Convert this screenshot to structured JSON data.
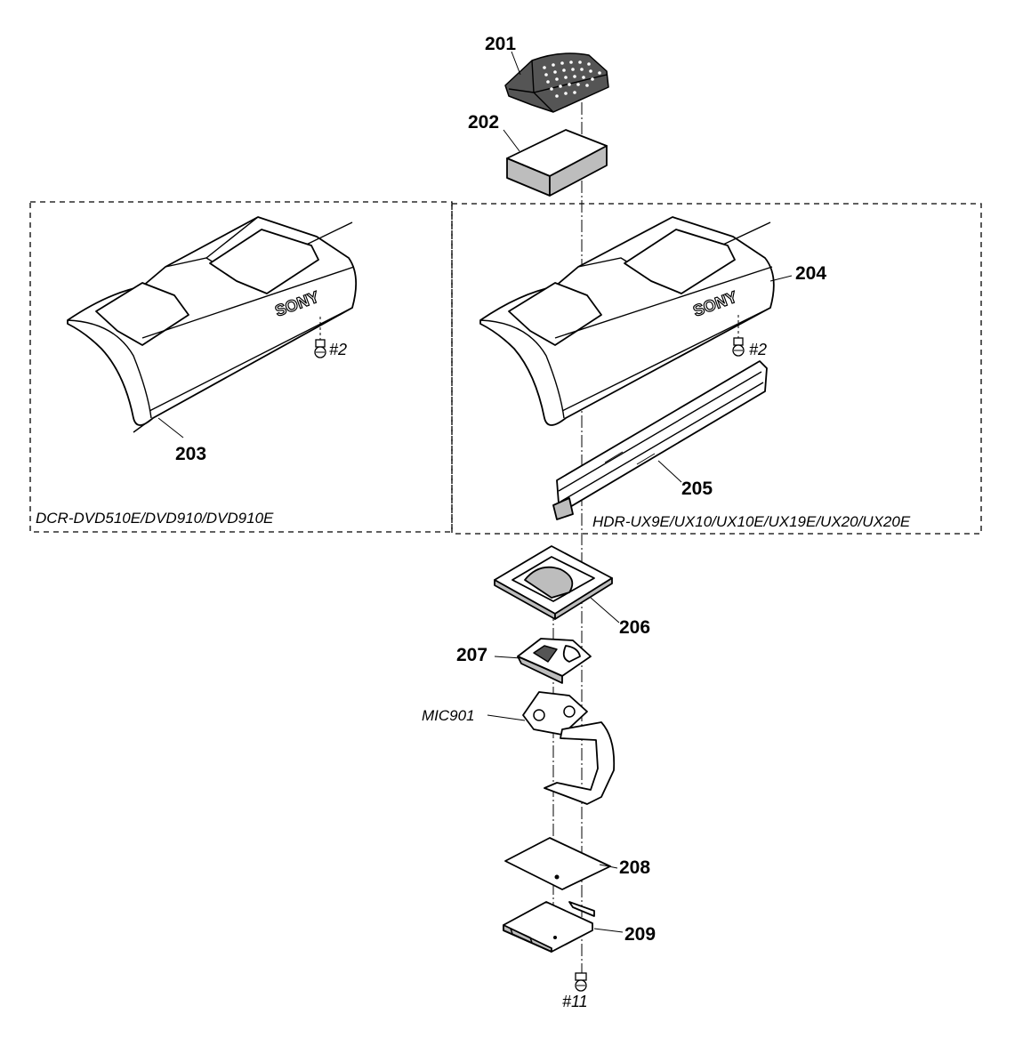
{
  "parts": {
    "p201": "201",
    "p202": "202",
    "p203": "203",
    "p204": "204",
    "p205": "205",
    "p206": "206",
    "p207": "207",
    "p208": "208",
    "p209": "209",
    "mic": "MIC901"
  },
  "screws": {
    "left": "#2",
    "right": "#2",
    "bottom": "#11"
  },
  "models": {
    "left": "DCR-DVD510E/DVD910/DVD910E",
    "right": "HDR-UX9E/UX10/UX10E/UX19E/UX20/UX20E"
  },
  "logo": "SONY"
}
